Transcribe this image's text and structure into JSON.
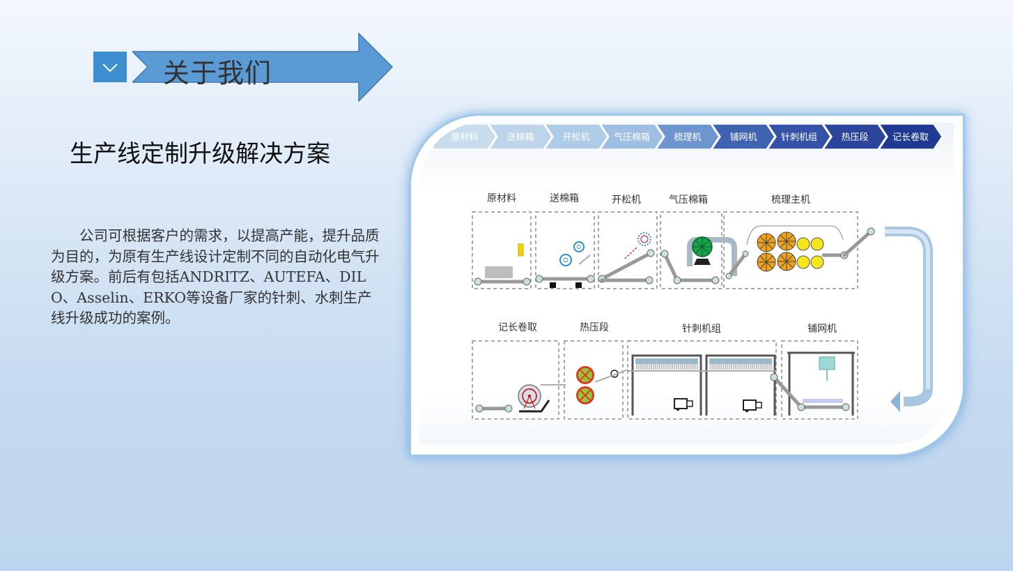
{
  "header": {
    "title": "关于我们",
    "icon": "chevron-down-icon"
  },
  "subtitle": "生产线定制升级解决方案",
  "description": "公司可根据客户的需求，以提高产能，提升品质为目的，为原有生产线设计定制不同的自动化电气升级方案。前后有包括ANDRITZ、AUTEFA、DILO、Asselin、ERKO等设备厂家的针刺、水刺生产线升级成功的案例。",
  "diagram": {
    "process_steps": [
      "原材料",
      "送棉箱",
      "开松机",
      "气压棉箱",
      "梳理机",
      "铺网机",
      "针刺机组",
      "热压段",
      "记长卷取"
    ],
    "top_row": [
      "原材料",
      "送棉箱",
      "开松机",
      "气压棉箱",
      "梳理主机"
    ],
    "bottom_row": [
      "记长卷取",
      "热压段",
      "针刺机组",
      "铺网机"
    ]
  },
  "colors": {
    "accent": "#5b9bd5",
    "accent_dark": "#3d8fcf",
    "step_light": "#b8d3ea",
    "step_dark": "#1f3a93"
  }
}
